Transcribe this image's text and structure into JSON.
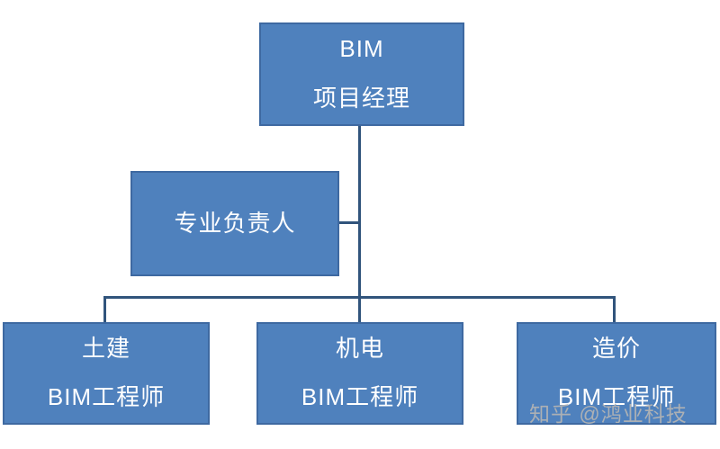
{
  "colors": {
    "box_fill": "#4f81bd",
    "box_border": "#3e69a1",
    "connector": "#31547c",
    "node_text": "#ffffff",
    "watermark": "#b4b4b4",
    "background": "#ffffff"
  },
  "chart_data": {
    "type": "org-chart",
    "root": {
      "line1": "BIM",
      "line2": "项目经理"
    },
    "staff": {
      "line1": "专业负责人"
    },
    "children": [
      {
        "line1": "土建",
        "line2": "BIM工程师"
      },
      {
        "line1": "机电",
        "line2": "BIM工程师"
      },
      {
        "line1": "造价",
        "line2": "BIM工程师"
      }
    ],
    "edges": [
      "root->staff",
      "root->children.0",
      "root->children.1",
      "root->children.2"
    ]
  },
  "watermark": {
    "text": "知乎 @鸿业科技"
  }
}
